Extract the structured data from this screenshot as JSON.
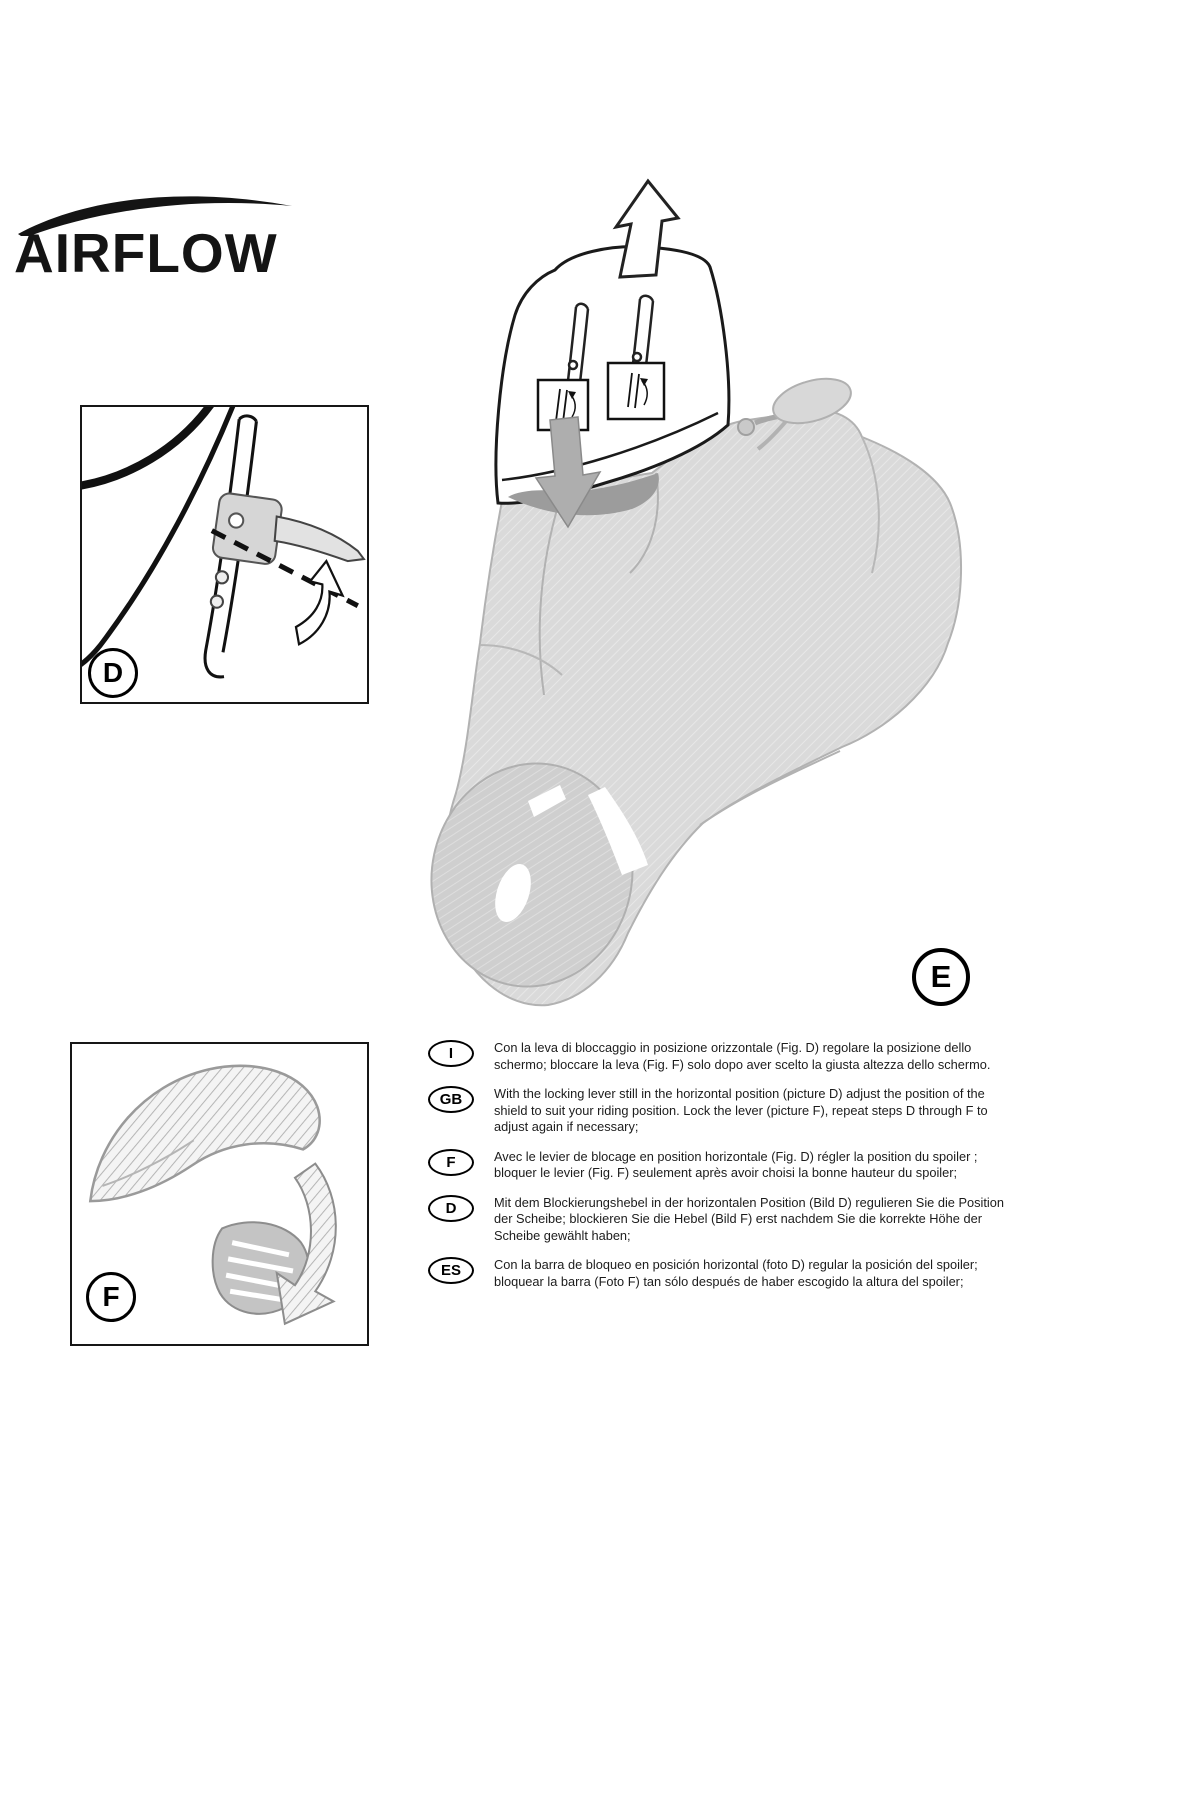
{
  "brand": {
    "name": "AIRFLOW"
  },
  "figures": {
    "d": "D",
    "e": "E",
    "f": "F"
  },
  "instructions": [
    {
      "lang": "I",
      "text": "Con la leva di bloccaggio in posizione orizzontale (Fig. D) regolare la posizione dello schermo; bloccare la leva (Fig. F) solo dopo aver scelto la giusta altezza dello schermo."
    },
    {
      "lang": "GB",
      "text": "With the locking lever still in the horizontal position (picture D) adjust the position of the shield to suit your riding position. Lock the lever (picture F), repeat steps D through F to adjust again if necessary;"
    },
    {
      "lang": "F",
      "text": "Avec le levier de blocage en position horizontale (Fig. D) régler la position du spoiler ; bloquer le levier (Fig. F) seulement après avoir choisi la bonne hauteur du spoiler;"
    },
    {
      "lang": "D",
      "text": "Mit dem Blockierungshebel in der horizontalen Position (Bild D) regulieren Sie die Position der Scheibe; blockieren Sie die Hebel (Bild F) erst nachdem Sie die korrekte Höhe der Scheibe gewählt haben;"
    },
    {
      "lang": "ES",
      "text": "Con la barra de bloqueo en posición horizontal (foto D) regular la posición del spoiler; bloquear la barra (Foto F) tan sólo después de haber escogido la altura  del spoiler;"
    }
  ]
}
